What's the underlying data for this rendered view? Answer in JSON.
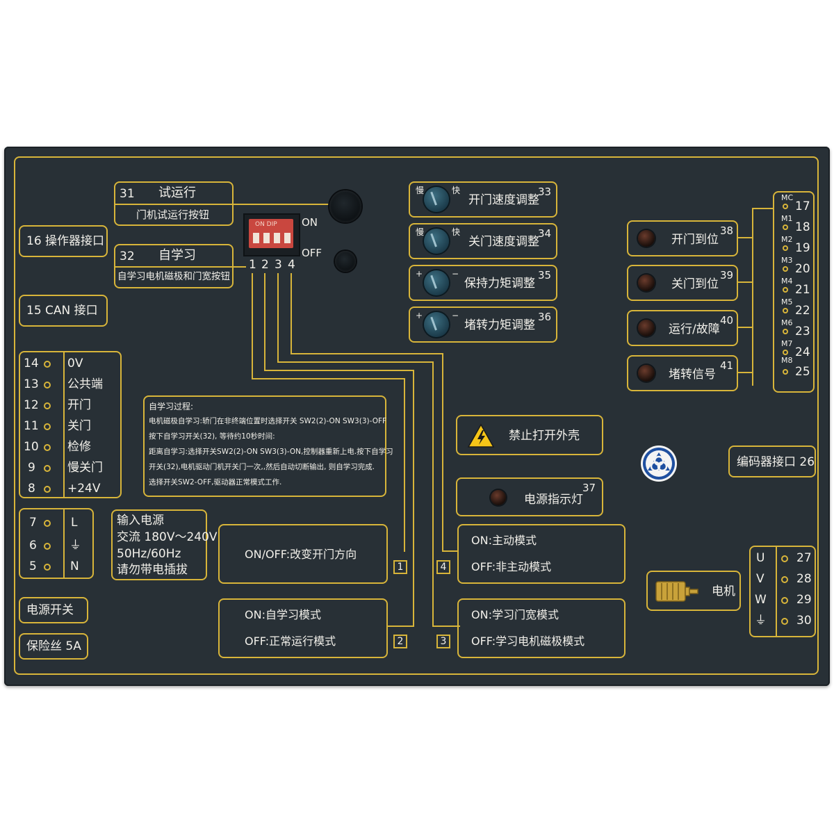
{
  "left": {
    "operator_port": "16 操作器接口",
    "can_port": "15  CAN 接口",
    "terminals": [
      {
        "num": "14",
        "label": "0V"
      },
      {
        "num": "13",
        "label": "公共端"
      },
      {
        "num": "12",
        "label": "开门"
      },
      {
        "num": "11",
        "label": "关门"
      },
      {
        "num": "10",
        "label": "检修"
      },
      {
        "num": "9",
        "label": "慢关门"
      },
      {
        "num": "8",
        "label": "+24V"
      }
    ],
    "power_terminals": [
      {
        "num": "7",
        "label": "L"
      },
      {
        "num": "6",
        "label": "⏚"
      },
      {
        "num": "5",
        "label": "N"
      }
    ],
    "power_switch": "电源开关",
    "fuse": "保险丝 5A"
  },
  "input_power": {
    "line1": "输入电源",
    "line2": "交流 180V～240V",
    "line3": "50Hz/60Hz",
    "line4": "请勿带电插拔"
  },
  "test_run": {
    "num": "31",
    "title": "试运行",
    "desc": "门机试运行按钮"
  },
  "self_learn": {
    "num": "32",
    "title": "自学习",
    "desc": "自学习电机磁极和门宽按钮"
  },
  "dip": {
    "on": "ON",
    "off": "OFF",
    "brand": "ON DIP",
    "numbers": [
      "1",
      "2",
      "3",
      "4"
    ]
  },
  "knobs": [
    {
      "label": "开门速度调整",
      "num": "33",
      "left_mark": "慢",
      "right_mark": "快"
    },
    {
      "label": "关门速度调整",
      "num": "34",
      "left_mark": "慢",
      "right_mark": "快"
    },
    {
      "label": "保持力矩调整",
      "num": "35",
      "left_mark": "+",
      "right_mark": "−"
    },
    {
      "label": "堵转力矩调整",
      "num": "36",
      "left_mark": "+",
      "right_mark": "−"
    }
  ],
  "indicators": [
    {
      "label": "开门到位",
      "num": "38"
    },
    {
      "label": "关门到位",
      "num": "39"
    },
    {
      "label": "运行/故障",
      "num": "40"
    },
    {
      "label": "堵转信号",
      "num": "41"
    }
  ],
  "relay_terminals": [
    {
      "tag": "MC",
      "num": "17"
    },
    {
      "tag": "M1",
      "num": "18"
    },
    {
      "tag": "M2",
      "num": "19"
    },
    {
      "tag": "M3",
      "num": "20"
    },
    {
      "tag": "M4",
      "num": "21"
    },
    {
      "tag": "M5",
      "num": "22"
    },
    {
      "tag": "M6",
      "num": "23"
    },
    {
      "tag": "M7",
      "num": "24"
    },
    {
      "tag": "M8",
      "num": "25"
    }
  ],
  "learn_process": {
    "title": "自学习过程:",
    "l1": "电机磁极自学习:轿门在非终端位置时选择开关 SW2(2)-ON  SW3(3)-OFF",
    "l2": "按下自学习开关(32), 等待约10秒时间:",
    "l3": "距离自学习:选择开关SW2(2)-ON  SW3(3)-ON,控制器重新上电.按下自学习",
    "l4": "开关(32),电机驱动门机开关门一次,,然后自动切断输出, 则自学习完成.",
    "l5": "选择开关SW2-OFF,驱动器正常模式工作."
  },
  "warning": {
    "label": "禁止打开外壳"
  },
  "power_led": {
    "label": "电源指示灯",
    "num": "37"
  },
  "encoder": {
    "label": "编码器接口 26"
  },
  "switches": {
    "sw1": {
      "text": "ON/OFF:改变开门方向",
      "num": "1"
    },
    "sw2": {
      "on": "ON:自学习模式",
      "off": "OFF:正常运行模式",
      "num": "2"
    },
    "sw3": {
      "on": "ON:学习门宽模式",
      "off": "OFF:学习电机磁极模式",
      "num": "3"
    },
    "sw4": {
      "on": "ON:主动模式",
      "off": "OFF:非主动模式",
      "num": "4"
    }
  },
  "motor": {
    "label": "电机",
    "terminals": [
      {
        "letter": "U",
        "num": "27"
      },
      {
        "letter": "V",
        "num": "28"
      },
      {
        "letter": "W",
        "num": "29"
      },
      {
        "letter": "⏚",
        "num": "30"
      }
    ]
  },
  "colors": {
    "panel": "#283036",
    "line": "#d8b53a",
    "text": "#f2f0ea",
    "knob": "#2a5668",
    "warning": "#f5c518"
  }
}
